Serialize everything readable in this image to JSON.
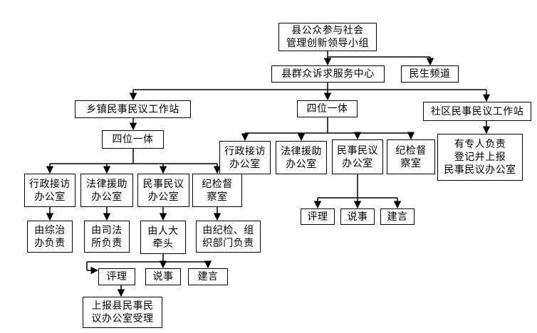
{
  "nodes": {
    "county_group": "县公众参与社会\n管理创新领导小组",
    "service_center": "县群众诉求服务中心",
    "livelihood_channel": "民生频道",
    "township_station": "乡镇民事民议工作站",
    "four_in_one_center": "四位一体",
    "community_station": "社区民事民议工作站",
    "four_in_one_left": "四位一体",
    "center_petition_office": "行政接访\n办公室",
    "center_legal_aid_office": "法律援助\n办公室",
    "center_civil_affairs_office": "民事民议\n办公室",
    "center_discipline_office": "纪检督\n察室",
    "community_note": "有专人负责\n登记并上报\n民事民议办公室",
    "left_petition_office": "行政接访\n办公室",
    "left_legal_aid_office": "法律援助\n办公室",
    "left_civil_affairs_office": "民事民议\n办公室",
    "left_discipline_office": "纪检督\n察室",
    "center_review": "评理",
    "center_discuss": "说事",
    "center_suggest": "建言",
    "left_comprehensive_mgmt": "由综治\n办负责",
    "left_judicial_office": "由司法\n所负责",
    "left_npc_lead": "由人大\n牵头",
    "left_discipline_dept": "由纪检、组\n织部门负责",
    "left_review": "评理",
    "left_discuss": "说事",
    "left_suggest": "建言",
    "left_report": "上报县民事民\n议办公室受理"
  }
}
